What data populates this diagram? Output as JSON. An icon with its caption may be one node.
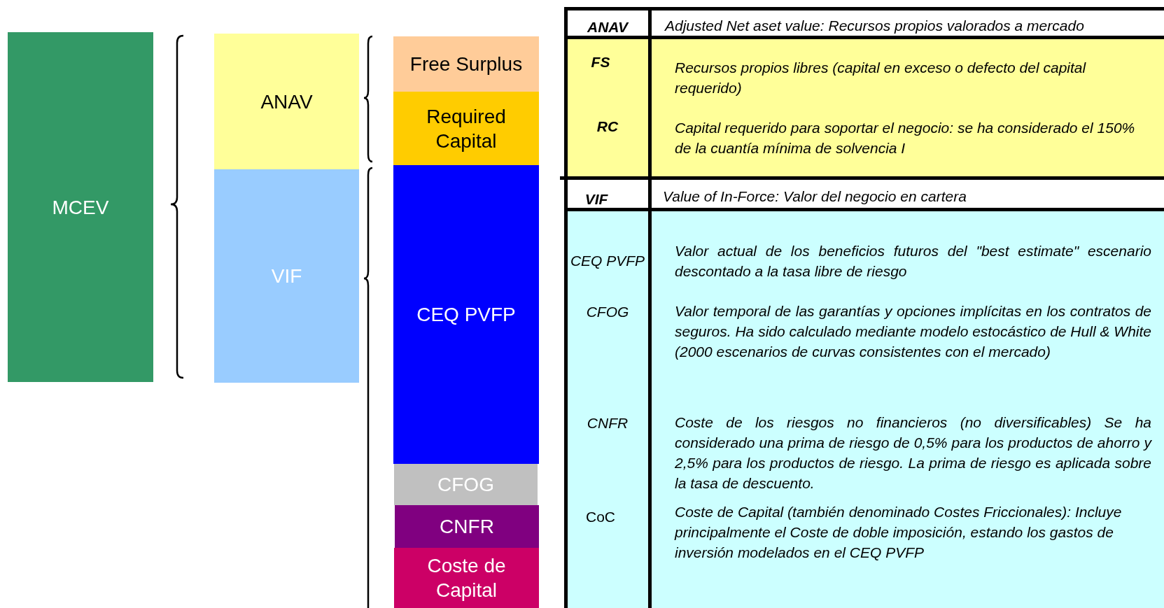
{
  "diagram": {
    "nodes": [
      {
        "text": [
          "MCEV"
        ]
      },
      {
        "text": [
          "ANAV"
        ]
      },
      {
        "text": [
          "VIF"
        ]
      },
      {
        "text": [
          "Free Surplus"
        ]
      },
      {
        "text": [
          "Required Capital"
        ]
      },
      {
        "text": [
          "CEQ PVFP"
        ]
      },
      {
        "text": [
          "CFOG"
        ]
      },
      {
        "text": [
          "CNFR"
        ]
      },
      {
        "text": [
          "Coste de Capital"
        ]
      }
    ],
    "labels": [
      "ANAV",
      "Adjusted Net aset value: Recursos propios valorados a mercado",
      "FS",
      "Recursos propios libres (capital en exceso o defecto del capital requerido)",
      "RC",
      "Capital requerido para soportar el negocio: se ha considerado el 150% de la cuantía mínima de solvencia I",
      "VIF",
      "Value of In-Force: Valor del negocio en cartera",
      "CEQ PVFP",
      "Valor actual de los beneficios futuros del \"best estimate\" escenario descontado a la tasa libre de riesgo",
      "CFOG",
      "Valor temporal de las garantías y opciones implícitas en los contratos de seguros. Ha sido calculado mediante modelo estocástico de Hull & White (2000 escenarios de curvas consistentes con el mercado)",
      "CNFR",
      "Coste de los riesgos no financieros (no diversificables) Se ha considerado una prima de riesgo de 0,5% para los productos de ahorro y 2,5% para los productos de riesgo. La prima de riesgo es aplicada sobre la tasa de descuento.",
      "CoC",
      "Coste de Capital (también denominado Costes Friccionales): Incluye principalmente el Coste de doble imposición, estando los gastos de inversión modelados en el CEQ PVFP"
    ]
  }
}
